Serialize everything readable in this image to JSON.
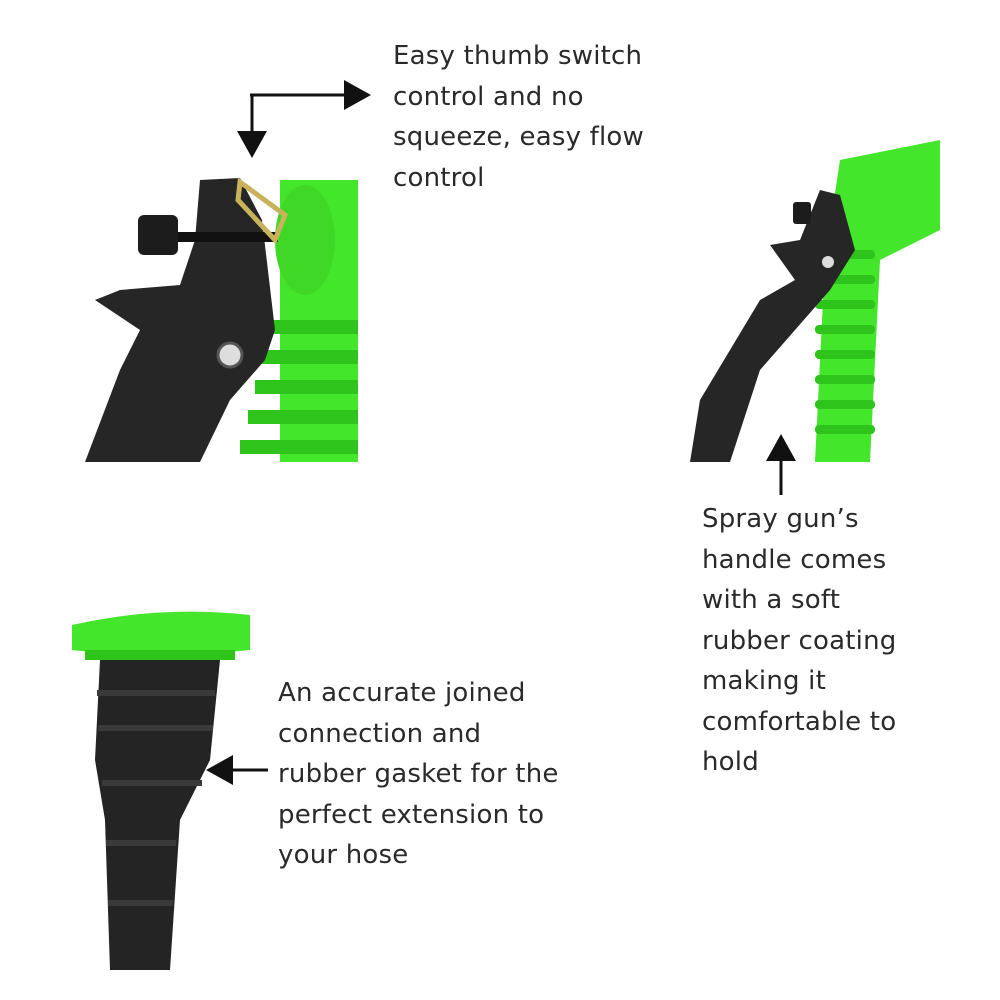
{
  "captions": {
    "thumb_switch": [
      "Easy thumb switch",
      "control and no",
      "squeeze, easy flow",
      "control"
    ],
    "handle": [
      "Spray gun’s",
      "handle comes",
      "with a soft",
      "rubber coating",
      "making it",
      "comfortable to",
      "hold"
    ],
    "connection": [
      "An accurate joined",
      "connection and",
      "rubber gasket for the",
      "perfect extension to",
      "your hose"
    ]
  },
  "colors": {
    "green": "#43e62a",
    "dark_green": "#2fc41c",
    "black": "#242424",
    "text": "#2a2a2a"
  }
}
